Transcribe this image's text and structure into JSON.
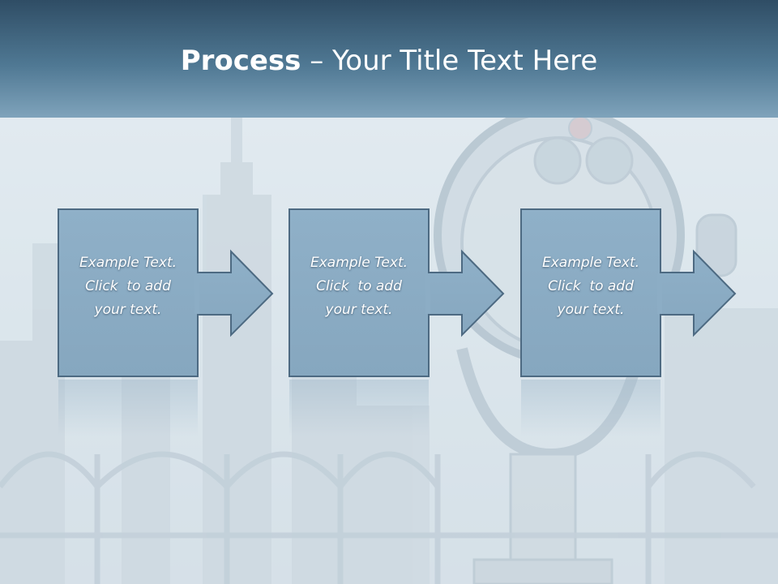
{
  "slide": {
    "title_bold": "Process",
    "title_rest": " – Your Title Text Here"
  },
  "steps": [
    {
      "lines": [
        "Example Text.",
        "Click  to add",
        "your text."
      ]
    },
    {
      "lines": [
        "Example Text.",
        "Click  to add",
        "your text."
      ]
    },
    {
      "lines": [
        "Example Text.",
        "Click  to add",
        "your text."
      ]
    }
  ],
  "colors": {
    "title_bar_top": "#2f4d65",
    "title_bar_bottom": "#7fa3bb",
    "box_fill": "#8faec6",
    "box_stroke": "#4d6a82",
    "background": "#dfe8ee"
  }
}
